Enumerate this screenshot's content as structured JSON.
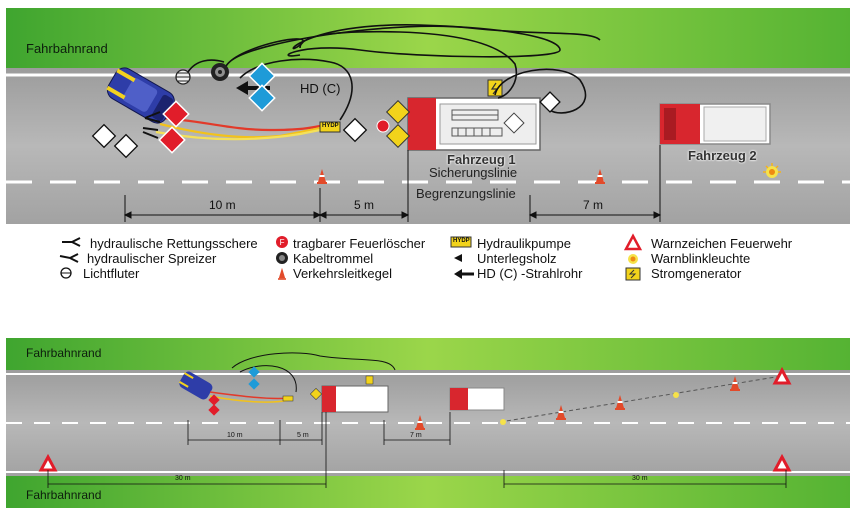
{
  "top": {
    "edge_label": "Fahrbahnrand",
    "hd_label": "HD (C)",
    "vehicle1": "Fahrzeug 1",
    "vehicle2": "Fahrzeug 2",
    "line_safety": "Sicherungslinie",
    "line_boundary": "Begrenzungslinie",
    "dist_10": "10 m",
    "dist_5": "5 m",
    "dist_7": "7 m"
  },
  "legend": [
    {
      "label": "hydraulische Rettungsschere",
      "icon": "rescue-shears-icon"
    },
    {
      "label": "hydraulischer Spreizer",
      "icon": "spreader-icon"
    },
    {
      "label": "Lichtfluter",
      "icon": "floodlight-icon"
    },
    {
      "label": "tragbarer Feuerlöscher",
      "icon": "extinguisher-icon"
    },
    {
      "label": "Kabeltrommel",
      "icon": "cable-drum-icon"
    },
    {
      "label": "Verkehrsleitkegel",
      "icon": "traffic-cone-icon"
    },
    {
      "label": "Hydraulikpumpe",
      "icon": "hydraulic-pump-icon"
    },
    {
      "label": "Unterlegsholz",
      "icon": "wood-block-icon"
    },
    {
      "label": "HD (C) -Strahlrohr",
      "icon": "nozzle-arrow-icon"
    },
    {
      "label": "Warnzeichen Feuerwehr",
      "icon": "warning-triangle-icon"
    },
    {
      "label": "Warnblinkleuchte",
      "icon": "warning-light-icon"
    },
    {
      "label": "Stromgenerator",
      "icon": "generator-icon"
    }
  ],
  "pump_text": "HYDP",
  "bottom": {
    "edge_label_top": "Fahrbahnrand",
    "edge_label_bottom": "Fahrbahnrand",
    "dist_10": "10 m",
    "dist_5": "5 m",
    "dist_7": "7 m",
    "dist_30_left": "30 m",
    "dist_30_right": "30 m"
  },
  "colors": {
    "grass_light": "#9bd64a",
    "grass_dark": "#3fa52f",
    "road": "#a9a9a9",
    "truck_red": "#d8262e",
    "car_blue": "#2e3da8",
    "car_yellow": "#f3d21f",
    "sign_blue": "#1e9bd8",
    "sign_red": "#e11d2a",
    "sign_yellow": "#f2d31b"
  }
}
